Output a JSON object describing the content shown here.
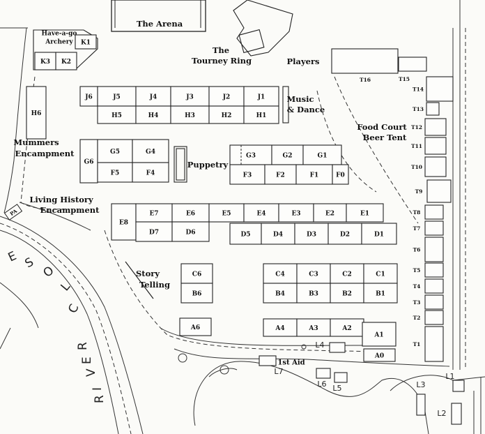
{
  "areas": {
    "arena": "The Arena",
    "tourney_l1": "The",
    "tourney_l2": "Tourney Ring",
    "players": "Players",
    "archery_l1": "Have-a-go",
    "archery_l2": "Archery",
    "music_l1": "Music",
    "music_l2": "& Dance",
    "food_l1": "Food Court",
    "food_l2": "Beer Tent",
    "mummers_l1": "Mummers",
    "mummers_l2": "Encampment",
    "puppetry": "Puppetry",
    "living_l1": "Living History",
    "living_l2": "Encampment",
    "story_l1": "Story",
    "story_l2": "Telling",
    "first_aid": "1st Aid"
  },
  "road": {
    "letters": [
      "R",
      "I",
      "V",
      "E",
      "R",
      "C",
      "L",
      "O",
      "S",
      "E"
    ],
    "sign": "PA"
  },
  "stalls": {
    "K1": "K1",
    "K2": "K2",
    "K3": "K3",
    "J1": "J1",
    "J2": "J2",
    "J3": "J3",
    "J4": "J4",
    "J5": "J5",
    "J6": "J6",
    "H1": "H1",
    "H2": "H2",
    "H3": "H3",
    "H4": "H4",
    "H5": "H5",
    "H6": "H6",
    "G1": "G1",
    "G2": "G2",
    "G3": "G3",
    "G4": "G4",
    "G5": "G5",
    "G6": "G6",
    "F0": "F0",
    "F1": "F1",
    "F2": "F2",
    "F3": "F3",
    "F4": "F4",
    "F5": "F5",
    "E1": "E1",
    "E2": "E2",
    "E3": "E3",
    "E4": "E4",
    "E5": "E5",
    "E6": "E6",
    "E7": "E7",
    "E8": "E8",
    "D1": "D1",
    "D2": "D2",
    "D3": "D3",
    "D4": "D4",
    "D5": "D5",
    "D6": "D6",
    "D7": "D7",
    "C1": "C1",
    "C2": "C2",
    "C3": "C3",
    "C4": "C4",
    "C6": "C6",
    "B1": "B1",
    "B2": "B2",
    "B3": "B3",
    "B4": "B4",
    "B6": "B6",
    "A0": "A0",
    "A1": "A1",
    "A2": "A2",
    "A3": "A3",
    "A4": "A4",
    "A6": "A6",
    "T1": "T1",
    "T2": "T2",
    "T3": "T3",
    "T4": "T4",
    "T5": "T5",
    "T6": "T6",
    "T7": "T7",
    "T8": "T8",
    "T9": "T9",
    "T10": "T10",
    "T11": "T11",
    "T12": "T12",
    "T13": "T13",
    "T14": "T14",
    "T15": "T15",
    "T16": "T16",
    "L1": "L1",
    "L2": "L2",
    "L3": "L3",
    "L4": "L4",
    "L5": "L5",
    "L6": "L6",
    "L7": "L7"
  }
}
